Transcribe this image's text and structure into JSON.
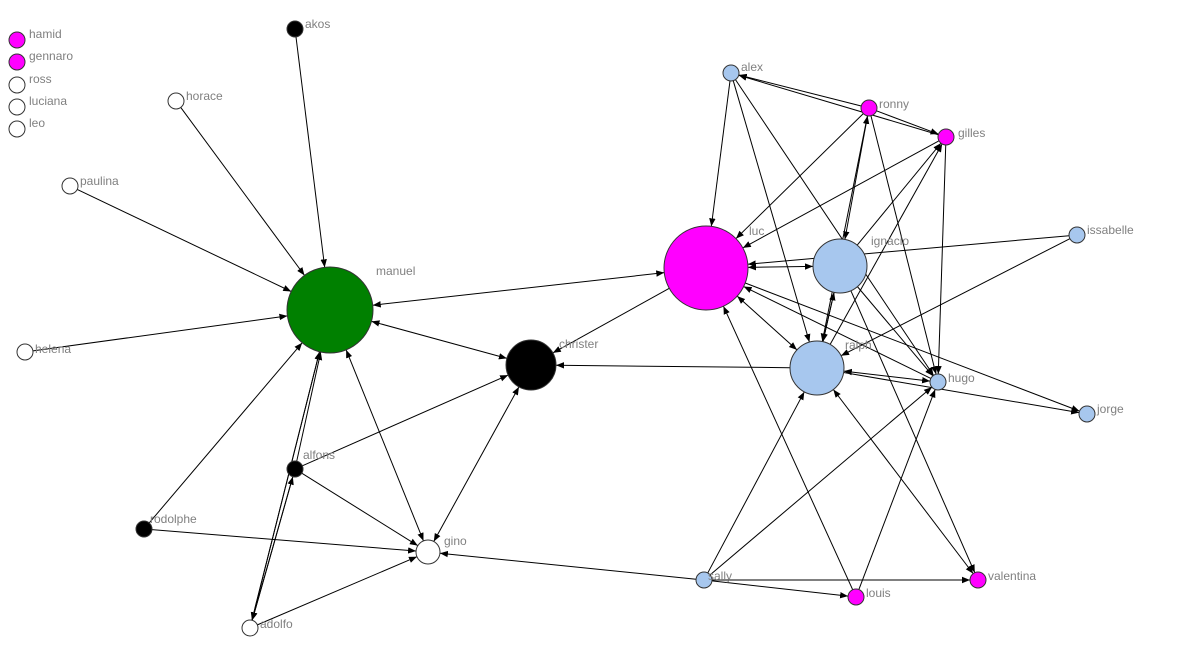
{
  "colors": {
    "magenta": "#ff00ff",
    "green": "#008000",
    "black": "#000000",
    "lightblue": "#a7c7ee",
    "white": "#ffffff"
  },
  "nodes": [
    {
      "id": "hamid",
      "label": "hamid",
      "color": "magenta",
      "size": "small"
    },
    {
      "id": "gennaro",
      "label": "gennaro",
      "color": "magenta",
      "size": "small"
    },
    {
      "id": "ross",
      "label": "ross",
      "color": "white",
      "size": "small"
    },
    {
      "id": "luciana",
      "label": "luciana",
      "color": "white",
      "size": "small"
    },
    {
      "id": "leo",
      "label": "leo",
      "color": "white",
      "size": "small"
    },
    {
      "id": "akos",
      "label": "akos",
      "color": "black",
      "size": "small"
    },
    {
      "id": "horace",
      "label": "horace",
      "color": "white",
      "size": "small"
    },
    {
      "id": "paulina",
      "label": "paulina",
      "color": "white",
      "size": "small"
    },
    {
      "id": "helena",
      "label": "helena",
      "color": "white",
      "size": "small"
    },
    {
      "id": "manuel",
      "label": "manuel",
      "color": "green",
      "size": "large"
    },
    {
      "id": "christer",
      "label": "christer",
      "color": "black",
      "size": "medium"
    },
    {
      "id": "alfons",
      "label": "alfons",
      "color": "black",
      "size": "small"
    },
    {
      "id": "rodolphe",
      "label": "rodolphe",
      "color": "black",
      "size": "small"
    },
    {
      "id": "gino",
      "label": "gino",
      "color": "white",
      "size": "small-plus"
    },
    {
      "id": "adolfo",
      "label": "adolfo",
      "color": "white",
      "size": "small"
    },
    {
      "id": "alex",
      "label": "alex",
      "color": "lightblue",
      "size": "small"
    },
    {
      "id": "ronny",
      "label": "ronny",
      "color": "magenta",
      "size": "small"
    },
    {
      "id": "gilles",
      "label": "gilles",
      "color": "magenta",
      "size": "small"
    },
    {
      "id": "luc",
      "label": "luc",
      "color": "magenta",
      "size": "xlarge"
    },
    {
      "id": "ignacio",
      "label": "ignacio",
      "color": "lightblue",
      "size": "large-minus"
    },
    {
      "id": "issabelle",
      "label": "issabelle",
      "color": "lightblue",
      "size": "small"
    },
    {
      "id": "ralph",
      "label": "ralph",
      "color": "lightblue",
      "size": "large-minus"
    },
    {
      "id": "hugo",
      "label": "hugo",
      "color": "lightblue",
      "size": "small"
    },
    {
      "id": "jorge",
      "label": "jorge",
      "color": "lightblue",
      "size": "small"
    },
    {
      "id": "sally",
      "label": "sally",
      "color": "lightblue",
      "size": "small"
    },
    {
      "id": "louis",
      "label": "louis",
      "color": "magenta",
      "size": "small"
    },
    {
      "id": "valentina",
      "label": "valentina",
      "color": "magenta",
      "size": "small"
    }
  ],
  "edges": [
    {
      "from": "akos",
      "to": "manuel",
      "dir": "forward"
    },
    {
      "from": "horace",
      "to": "manuel",
      "dir": "forward"
    },
    {
      "from": "paulina",
      "to": "manuel",
      "dir": "forward"
    },
    {
      "from": "helena",
      "to": "manuel",
      "dir": "forward"
    },
    {
      "from": "rodolphe",
      "to": "manuel",
      "dir": "forward"
    },
    {
      "from": "alfons",
      "to": "manuel",
      "dir": "forward"
    },
    {
      "from": "adolfo",
      "to": "manuel",
      "dir": "forward"
    },
    {
      "from": "manuel",
      "to": "adolfo",
      "dir": "forward"
    },
    {
      "from": "adolfo",
      "to": "alfons",
      "dir": "forward"
    },
    {
      "from": "alfons",
      "to": "adolfo",
      "dir": "forward"
    },
    {
      "from": "manuel",
      "to": "christer",
      "dir": "both"
    },
    {
      "from": "manuel",
      "to": "gino",
      "dir": "both"
    },
    {
      "from": "manuel",
      "to": "luc",
      "dir": "both"
    },
    {
      "from": "alfons",
      "to": "christer",
      "dir": "forward"
    },
    {
      "from": "alfons",
      "to": "gino",
      "dir": "forward"
    },
    {
      "from": "rodolphe",
      "to": "gino",
      "dir": "forward"
    },
    {
      "from": "adolfo",
      "to": "gino",
      "dir": "forward"
    },
    {
      "from": "christer",
      "to": "gino",
      "dir": "both"
    },
    {
      "from": "luc",
      "to": "christer",
      "dir": "forward"
    },
    {
      "from": "ralph",
      "to": "christer",
      "dir": "forward"
    },
    {
      "from": "sally",
      "to": "gino",
      "dir": "forward"
    },
    {
      "from": "alex",
      "to": "luc",
      "dir": "forward"
    },
    {
      "from": "ronny",
      "to": "alex",
      "dir": "forward"
    },
    {
      "from": "gilles",
      "to": "alex",
      "dir": "forward"
    },
    {
      "from": "ronny",
      "to": "gilles",
      "dir": "forward"
    },
    {
      "from": "ronny",
      "to": "luc",
      "dir": "forward"
    },
    {
      "from": "gilles",
      "to": "luc",
      "dir": "forward"
    },
    {
      "from": "ignacio",
      "to": "ronny",
      "dir": "both"
    },
    {
      "from": "ronny",
      "to": "hugo",
      "dir": "forward"
    },
    {
      "from": "ronny",
      "to": "ralph",
      "dir": "forward"
    },
    {
      "from": "ignacio",
      "to": "gilles",
      "dir": "forward"
    },
    {
      "from": "ralph",
      "to": "gilles",
      "dir": "forward"
    },
    {
      "from": "gilles",
      "to": "hugo",
      "dir": "forward"
    },
    {
      "from": "ignacio",
      "to": "luc",
      "dir": "both"
    },
    {
      "from": "issabelle",
      "to": "luc",
      "dir": "forward"
    },
    {
      "from": "issabelle",
      "to": "ralph",
      "dir": "forward"
    },
    {
      "from": "luc",
      "to": "ralph",
      "dir": "both"
    },
    {
      "from": "ignacio",
      "to": "ralph",
      "dir": "forward"
    },
    {
      "from": "ralph",
      "to": "ignacio",
      "dir": "forward"
    },
    {
      "from": "ignacio",
      "to": "hugo",
      "dir": "forward"
    },
    {
      "from": "alex",
      "to": "hugo",
      "dir": "forward"
    },
    {
      "from": "ralph",
      "to": "hugo",
      "dir": "both"
    },
    {
      "from": "ralph",
      "to": "jorge",
      "dir": "forward"
    },
    {
      "from": "luc",
      "to": "jorge",
      "dir": "forward"
    },
    {
      "from": "hugo",
      "to": "luc",
      "dir": "forward"
    },
    {
      "from": "alex",
      "to": "ralph",
      "dir": "forward"
    },
    {
      "from": "sally",
      "to": "ralph",
      "dir": "forward"
    },
    {
      "from": "sally",
      "to": "hugo",
      "dir": "forward"
    },
    {
      "from": "louis",
      "to": "hugo",
      "dir": "forward"
    },
    {
      "from": "louis",
      "to": "luc",
      "dir": "forward"
    },
    {
      "from": "sally",
      "to": "louis",
      "dir": "forward"
    },
    {
      "from": "sally",
      "to": "valentina",
      "dir": "forward"
    },
    {
      "from": "ralph",
      "to": "valentina",
      "dir": "both"
    },
    {
      "from": "ignacio",
      "to": "valentina",
      "dir": "forward"
    }
  ]
}
